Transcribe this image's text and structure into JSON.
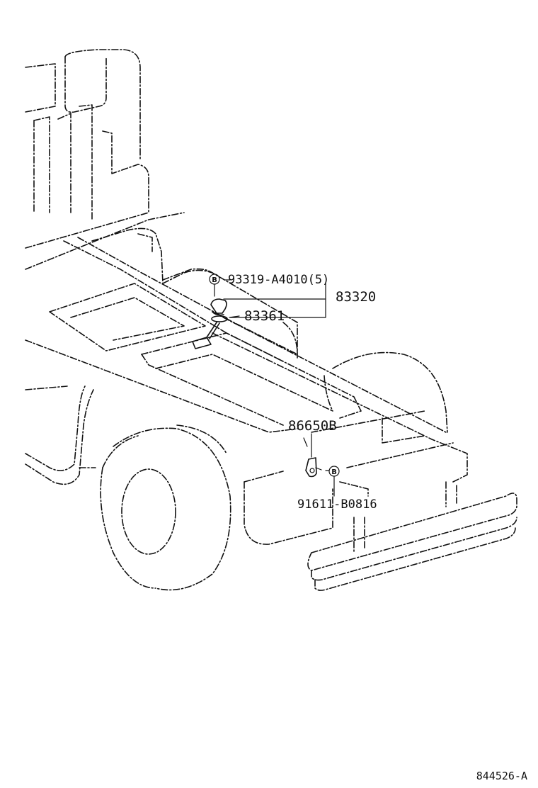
{
  "callouts": {
    "bolt_a": {
      "part": "93319-A4010(5)",
      "mark": "B"
    },
    "sender_assy": {
      "part": "83320"
    },
    "gasket": {
      "part": "83361"
    },
    "sender_b": {
      "part": "86650B"
    },
    "bolt_b": {
      "part": "91611-B0816",
      "mark": "B"
    }
  },
  "diagram_ref": "844526-A"
}
